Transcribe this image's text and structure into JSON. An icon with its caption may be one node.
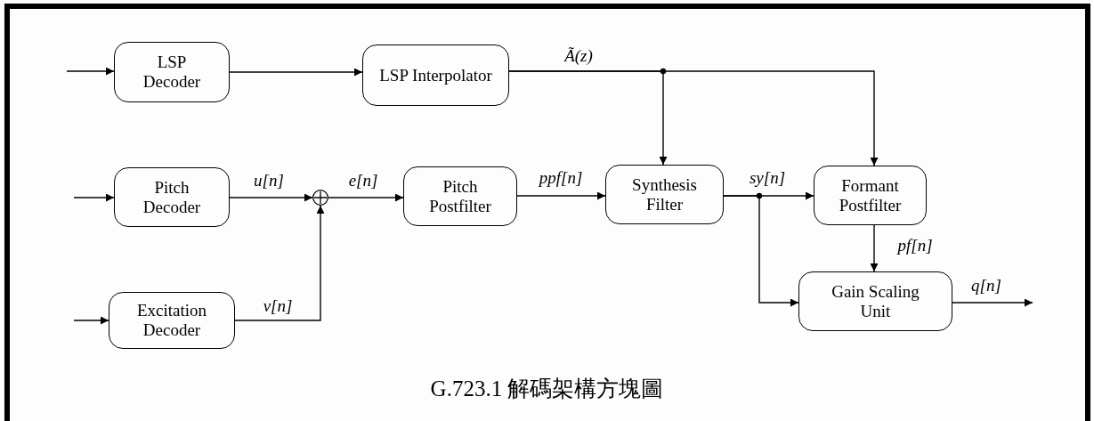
{
  "diagram": {
    "caption": "G.723.1 解碼架構方塊圖",
    "nodes": [
      {
        "text": [
          "LSP Decoder"
        ]
      },
      {
        "text": [
          "LSP Interpolator"
        ]
      },
      {
        "text": [
          "Pitch Decoder"
        ]
      },
      {
        "text": [],
        "shape": "circle"
      },
      {
        "text": [
          "Pitch Postfilter"
        ]
      },
      {
        "text": [
          "Synthesis Filter"
        ]
      },
      {
        "text": [
          "Formant Postfilter"
        ]
      },
      {
        "text": [
          "Excitation Decoder"
        ]
      },
      {
        "text": [
          "Gain Scaling Unit"
        ]
      }
    ],
    "edges": [
      {
        "from": null,
        "to": 0,
        "arrow": "to"
      },
      {
        "from": 0,
        "to": 1,
        "arrow": "to"
      },
      {
        "from": 1,
        "to": 5,
        "arrow": "to",
        "label": "Ã(z)"
      },
      {
        "from": 1,
        "to": 6,
        "arrow": "to"
      },
      {
        "from": null,
        "to": 2,
        "arrow": "to"
      },
      {
        "from": 2,
        "to": 3,
        "arrow": "to",
        "label": "u[n]"
      },
      {
        "from": 7,
        "to": 3,
        "arrow": "to",
        "label": "v[n]"
      },
      {
        "from": 3,
        "to": 4,
        "arrow": "to",
        "label": "e[n]"
      },
      {
        "from": 4,
        "to": 5,
        "arrow": "to",
        "label": "ppf[n]"
      },
      {
        "from": 5,
        "to": 6,
        "arrow": "to",
        "label": "sy[n]"
      },
      {
        "from": 5,
        "to": 8,
        "arrow": "to"
      },
      {
        "from": 6,
        "to": 8,
        "arrow": "to",
        "label": "pf[n]"
      },
      {
        "from": null,
        "to": 7,
        "arrow": "to"
      },
      {
        "from": 8,
        "to": null,
        "arrow": "to",
        "label": "q[n]"
      }
    ]
  }
}
